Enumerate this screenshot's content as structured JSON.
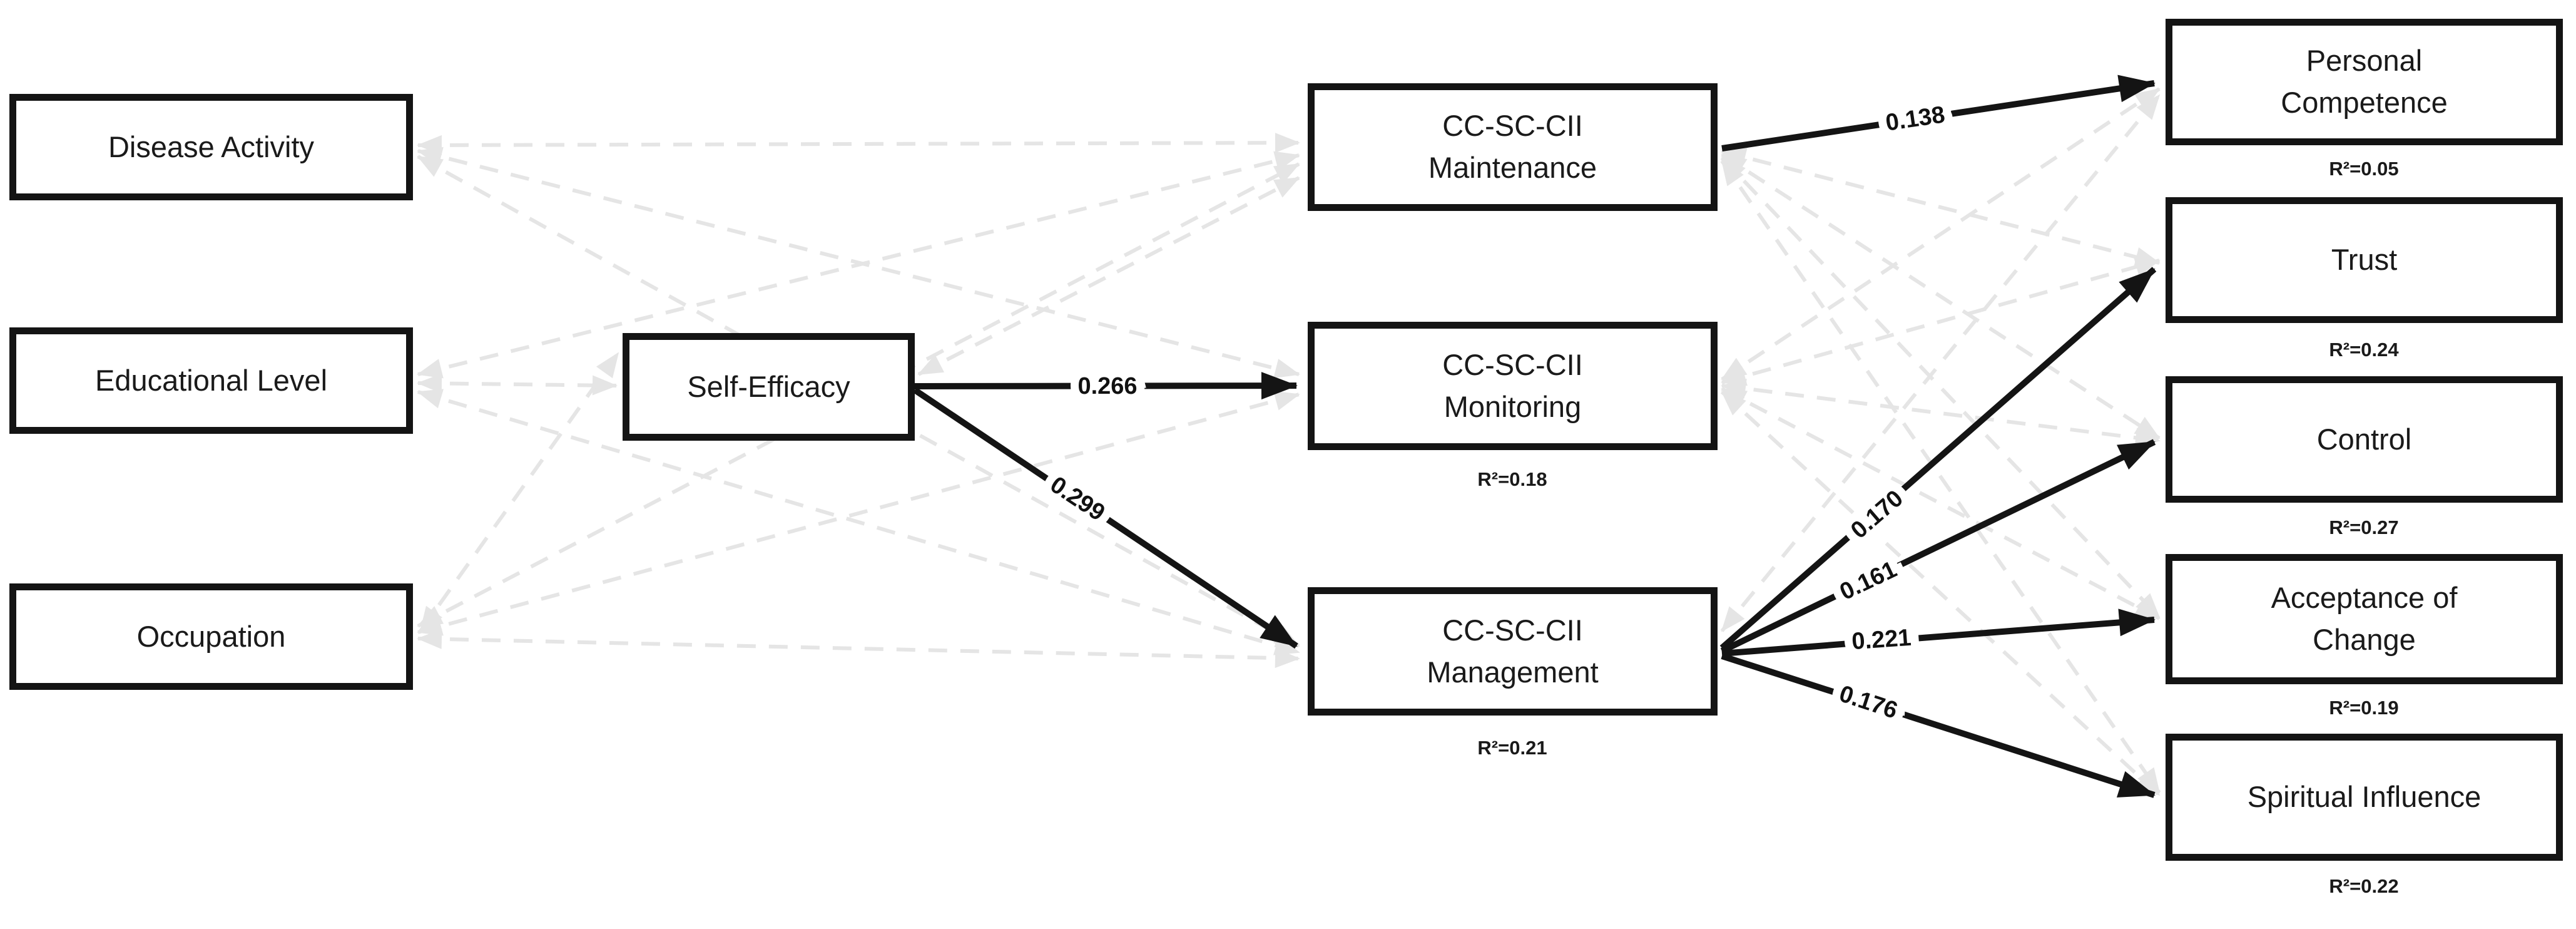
{
  "figure": {
    "type": "structural-equation-path-diagram",
    "background": "#ffffff",
    "colors": {
      "box_border": "#141414",
      "text": "#1a1a1a",
      "significant_path": "#141414",
      "nonsignificant_path": "#e5e5e5"
    },
    "nodes": {
      "disease_activity": {
        "label": "Disease Activity"
      },
      "educational_level": {
        "label": "Educational Level"
      },
      "occupation": {
        "label": "Occupation"
      },
      "self_efficacy": {
        "label": "Self-Efficacy"
      },
      "maintenance": {
        "lines": [
          "CC-SC-CII",
          "Maintenance"
        ]
      },
      "monitoring": {
        "lines": [
          "CC-SC-CII",
          "Monitoring"
        ],
        "r2": "R²=0.18"
      },
      "management": {
        "lines": [
          "CC-SC-CII",
          "Management"
        ],
        "r2": "R²=0.21"
      },
      "personal_competence": {
        "lines": [
          "Personal",
          "Competence"
        ],
        "r2": "R²=0.05"
      },
      "trust": {
        "label": "Trust",
        "r2": "R²=0.24"
      },
      "control": {
        "label": "Control",
        "r2": "R²=0.27"
      },
      "acceptance_of_change": {
        "lines": [
          "Acceptance of",
          "Change"
        ],
        "r2": "R²=0.19"
      },
      "spiritual_influence": {
        "label": "Spiritual Influence",
        "r2": "R²=0.22"
      }
    },
    "paths": {
      "significant": [
        {
          "from": "Self-Efficacy",
          "to": "CC-SC-CII Monitoring",
          "coef": "0.266"
        },
        {
          "from": "Self-Efficacy",
          "to": "CC-SC-CII Management",
          "coef": "0.299"
        },
        {
          "from": "CC-SC-CII Maintenance",
          "to": "Personal Competence",
          "coef": "0.138"
        },
        {
          "from": "CC-SC-CII Management",
          "to": "Trust",
          "coef": "0.170"
        },
        {
          "from": "CC-SC-CII Management",
          "to": "Control",
          "coef": "0.161"
        },
        {
          "from": "CC-SC-CII Management",
          "to": "Acceptance of Change",
          "coef": "0.221"
        },
        {
          "from": "CC-SC-CII Management",
          "to": "Spiritual Influence",
          "coef": "0.176"
        }
      ],
      "nonsignificant": [
        {
          "from": "Disease Activity",
          "to": "CC-SC-CII Maintenance"
        },
        {
          "from": "Disease Activity",
          "to": "CC-SC-CII Monitoring"
        },
        {
          "from": "Disease Activity",
          "to": "CC-SC-CII Management"
        },
        {
          "from": "Educational Level",
          "to": "Self-Efficacy"
        },
        {
          "from": "Educational Level",
          "to": "CC-SC-CII Maintenance"
        },
        {
          "from": "Educational Level",
          "to": "CC-SC-CII Management"
        },
        {
          "from": "Occupation",
          "to": "CC-SC-CII Maintenance"
        },
        {
          "from": "Occupation",
          "to": "CC-SC-CII Monitoring"
        },
        {
          "from": "Occupation",
          "to": "CC-SC-CII Management"
        },
        {
          "from": "Occupation",
          "to": "Self-Efficacy"
        },
        {
          "from": "Self-Efficacy",
          "to": "CC-SC-CII Maintenance"
        },
        {
          "from": "CC-SC-CII Maintenance",
          "to": "Trust"
        },
        {
          "from": "CC-SC-CII Maintenance",
          "to": "Control"
        },
        {
          "from": "CC-SC-CII Maintenance",
          "to": "Acceptance of Change"
        },
        {
          "from": "CC-SC-CII Maintenance",
          "to": "Spiritual Influence"
        },
        {
          "from": "CC-SC-CII Monitoring",
          "to": "Personal Competence"
        },
        {
          "from": "CC-SC-CII Monitoring",
          "to": "Trust"
        },
        {
          "from": "CC-SC-CII Monitoring",
          "to": "Control"
        },
        {
          "from": "CC-SC-CII Monitoring",
          "to": "Acceptance of Change"
        },
        {
          "from": "CC-SC-CII Monitoring",
          "to": "Spiritual Influence"
        },
        {
          "from": "CC-SC-CII Management",
          "to": "Personal Competence"
        }
      ],
      "nonsignificant_style": "light gray dashed"
    }
  }
}
